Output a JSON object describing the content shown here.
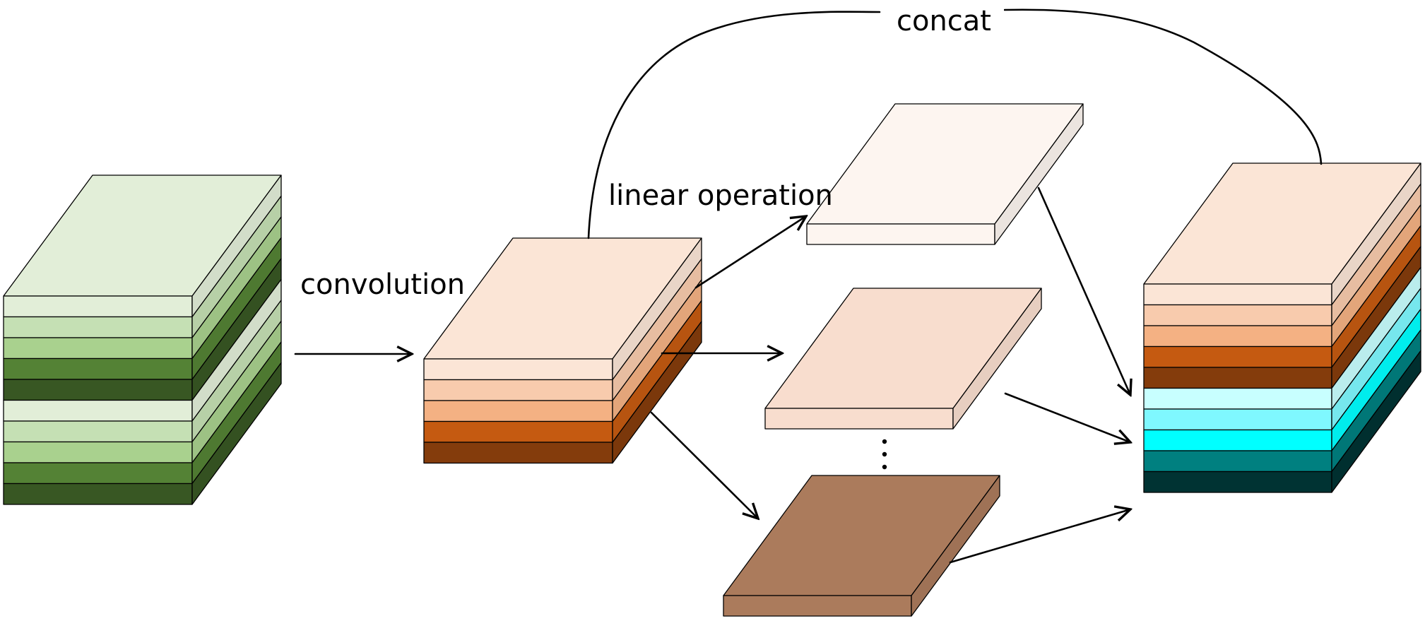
{
  "labels": {
    "convolution": "convolution",
    "linear_operation": "linear operation",
    "concat": "concat"
  },
  "colors": {
    "input_layers": [
      "#e2eed8",
      "#c5e0b4",
      "#a9d18e",
      "#548235",
      "#385723",
      "#e2eed8",
      "#c5e0b4",
      "#a9d18e",
      "#548235",
      "#385723"
    ],
    "intrinsic_layers": [
      "#fbe5d6",
      "#f8cbad",
      "#f4b183",
      "#c55a11",
      "#843c0c"
    ],
    "ghost_map_1": "#fdf5f0",
    "ghost_map_2": "#f8ddce",
    "ghost_map_n": "#ab7b5c",
    "output_layers": [
      "#fbe5d6",
      "#f8cbad",
      "#f4b183",
      "#c55a11",
      "#843c0c",
      "#c8ffff",
      "#7ff8ff",
      "#00ffff",
      "#008080",
      "#003333"
    ]
  }
}
